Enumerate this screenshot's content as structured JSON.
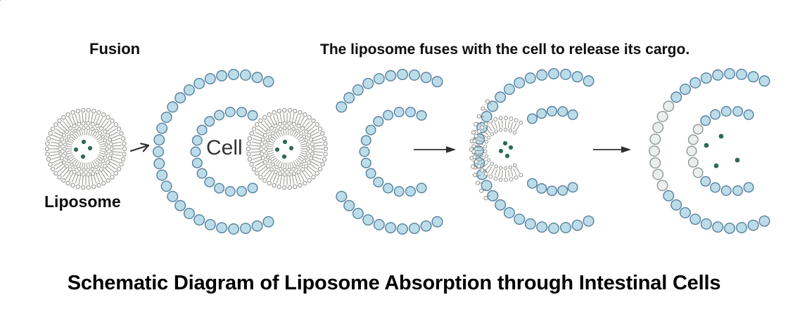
{
  "labels": {
    "fusion": "Fusion",
    "description": "The liposome fuses with the cell to release its cargo.",
    "liposome": "Liposome",
    "cell": "Cell",
    "title": "Schematic Diagram of Liposome Absorption through Intestinal Cells"
  },
  "stages": [
    {
      "id": 1,
      "name": "liposome-approaches-cell"
    },
    {
      "id": 2,
      "name": "liposome-docks-on-cell-membrane"
    },
    {
      "id": 3,
      "name": "liposome-hemifused-cargo-in-pocket"
    },
    {
      "id": 4,
      "name": "membrane-fused-cargo-released"
    }
  ],
  "cargo_dots": {
    "per_liposome": 4,
    "in_pocket": 4,
    "released": 4
  },
  "icons": {
    "approach_arrow": "right-arrow-icon",
    "stage_arrow_1": "right-arrow-icon",
    "stage_arrow_2": "right-arrow-icon"
  },
  "colors": {
    "background": "#ffffff",
    "label_text": "#0d0d0d",
    "cell_label_text": "#333333",
    "lipid_head_blue_fill": "#bcdcea",
    "lipid_head_blue_stroke": "#54809c",
    "lipid_head_gray_fill": "#eceeed",
    "lipid_head_gray_stroke": "#8f9798",
    "lipid_tail_gray": "#91918d",
    "liposome_gray": "#8e8e8a",
    "cargo_dot_green": "#2c6b54",
    "arrow_black": "#2f2f2f"
  }
}
